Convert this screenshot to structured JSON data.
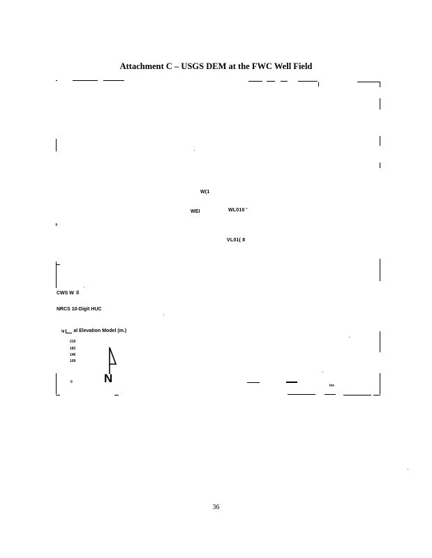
{
  "document": {
    "title": "Attachment C – USGS DEM at the FWC Well Field",
    "page_number": "36"
  },
  "map": {
    "well_labels": {
      "w1": "W(1",
      "w2": "WEI",
      "w3": "WL010 ′",
      "w4": "VL01( 8"
    },
    "legend": {
      "wells": "CWS W  ll",
      "huc": "NRCS 10-Digit HUC",
      "dem_title": "Digital Elevation Model (m.)",
      "dem_title_prefix": "ig",
      "dem_title_rest": "al Elevation Model (m.)",
      "dem_values": [
        "219",
        "182",
        "146",
        "109"
      ],
      "zero": "0",
      "north": "N",
      "scale_unit": "ies"
    }
  }
}
